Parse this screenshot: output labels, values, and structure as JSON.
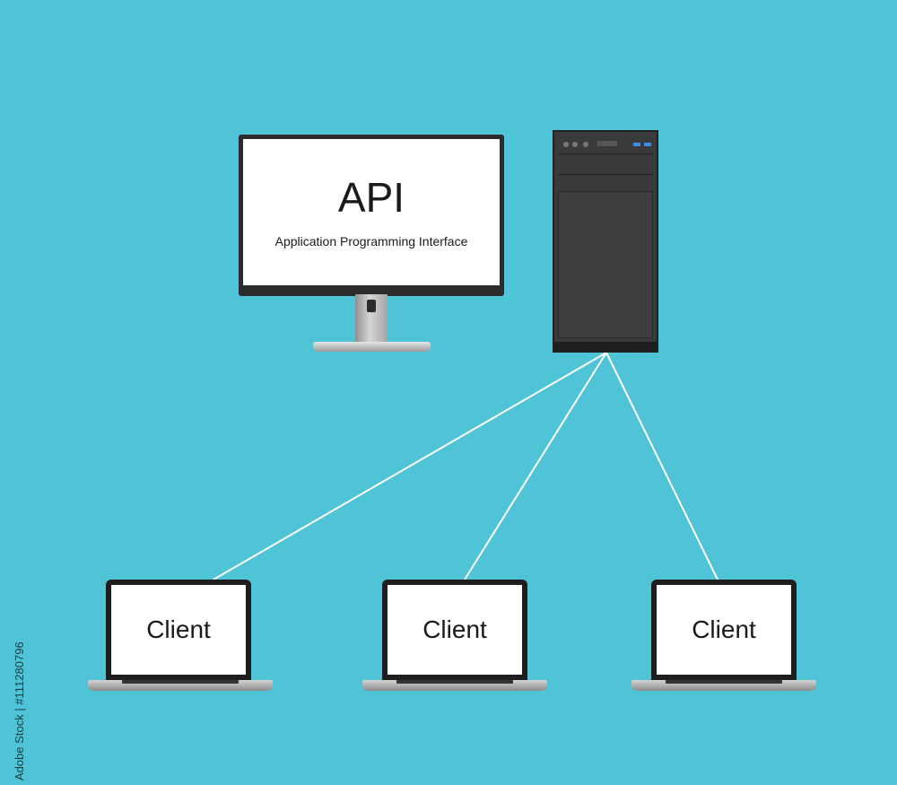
{
  "monitor": {
    "title": "API",
    "subtitle": "Application Programming Interface"
  },
  "clients": [
    {
      "label": "Client"
    },
    {
      "label": "Client"
    },
    {
      "label": "Client"
    }
  ],
  "watermark": {
    "side_id": "Adobe Stock | #111280796"
  },
  "colors": {
    "background": "#4fc4d6",
    "connection": "#ffffff",
    "tower": "#3a3a3a",
    "usb_accent": "#3b8ee8"
  }
}
